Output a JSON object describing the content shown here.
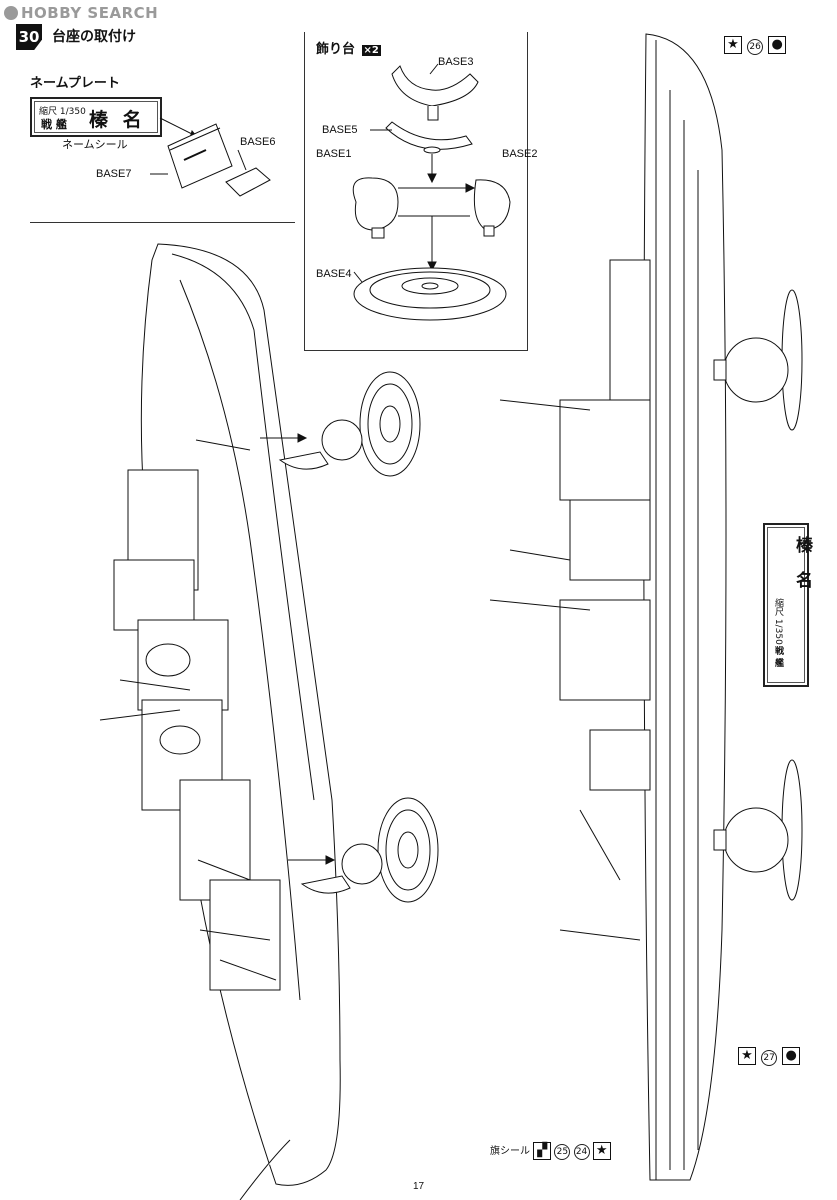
{
  "watermark": "HOBBY SEARCH",
  "step": {
    "number": "30",
    "title": "台座の取付け"
  },
  "nameplate_section": {
    "heading": "ネームプレート",
    "plate_scale": "縮尺 1/350",
    "plate_type": "戦 艦",
    "plate_name": "榛 名",
    "seal_label": "ネームシール",
    "parts": [
      "BASE7",
      "BASE6"
    ]
  },
  "stand_section": {
    "heading": "飾り台",
    "qty": "×2",
    "parts": {
      "base3": "BASE3",
      "base5": "BASE5",
      "base1": "BASE1",
      "base2": "BASE2",
      "base4": "BASE4"
    }
  },
  "side_view_plate": {
    "scale": "縮尺 1/350",
    "type": "戦 艦",
    "name": "榛 名"
  },
  "flag_callouts": [
    {
      "icon": "star-icon",
      "number": "26"
    },
    {
      "icon": "circle-icon",
      "number": "27"
    }
  ],
  "bottom_callout": {
    "label": "旗シール",
    "numbers": [
      "25",
      "24"
    ]
  },
  "page_number": "17"
}
